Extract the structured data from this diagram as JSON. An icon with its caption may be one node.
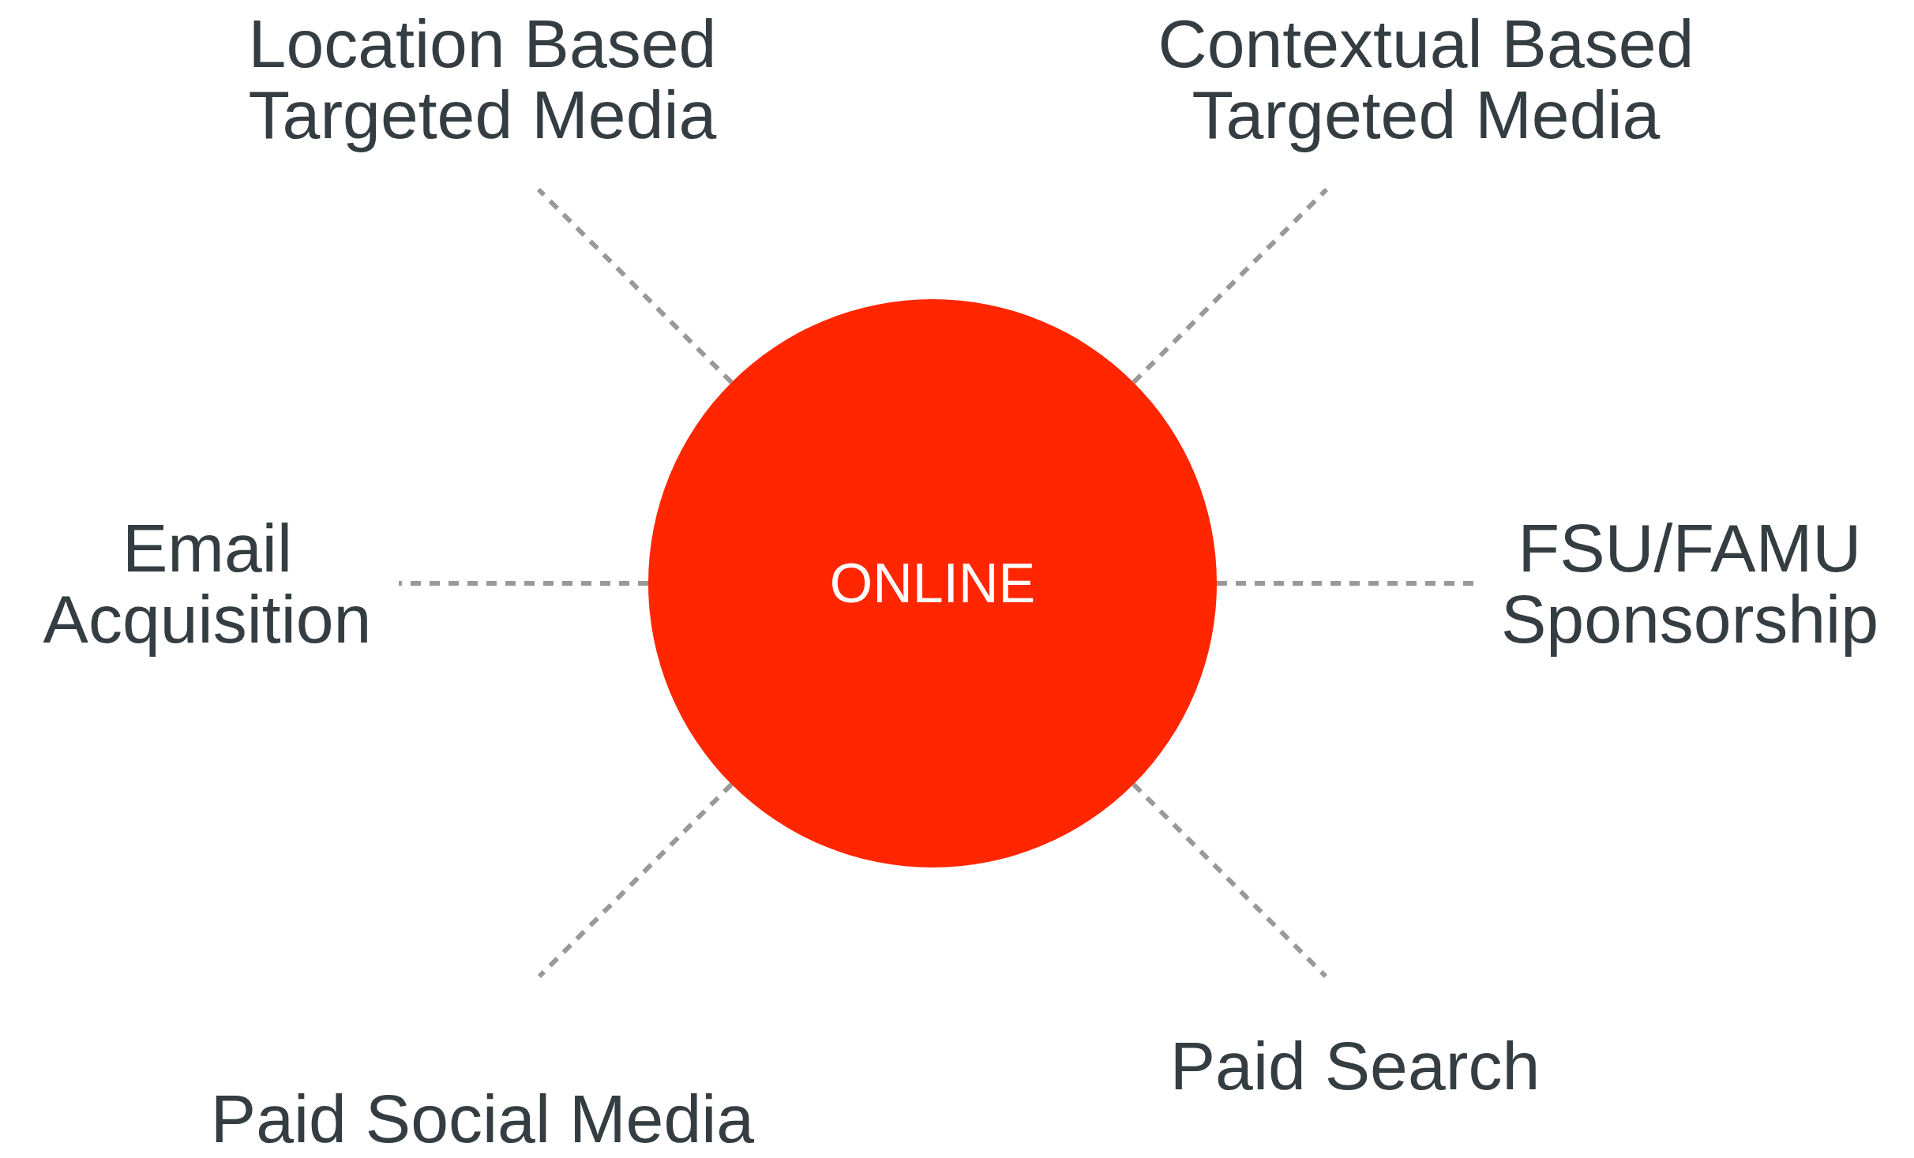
{
  "diagram": {
    "nodes": [
      {
        "text": [
          "ONLINE"
        ]
      },
      {
        "text": [
          "Location Based Targeted Media"
        ]
      },
      {
        "text": [
          "Contextual Based Targeted Media"
        ]
      },
      {
        "text": [
          "Email Acquisition"
        ]
      },
      {
        "text": [
          "FSU/FAMU Sponsorship"
        ]
      },
      {
        "text": [
          "Paid Social Media"
        ]
      },
      {
        "text": [
          "Paid Search"
        ]
      }
    ],
    "edges": [
      {
        "from": 0,
        "to": 1,
        "arrow": "none",
        "style": "dashed"
      },
      {
        "from": 0,
        "to": 2,
        "arrow": "none",
        "style": "dashed"
      },
      {
        "from": 0,
        "to": 3,
        "arrow": "none",
        "style": "dashed"
      },
      {
        "from": 0,
        "to": 4,
        "arrow": "none",
        "style": "dashed"
      },
      {
        "from": 0,
        "to": 5,
        "arrow": "none",
        "style": "dashed"
      },
      {
        "from": 0,
        "to": 6,
        "arrow": "none",
        "style": "dashed"
      }
    ]
  }
}
